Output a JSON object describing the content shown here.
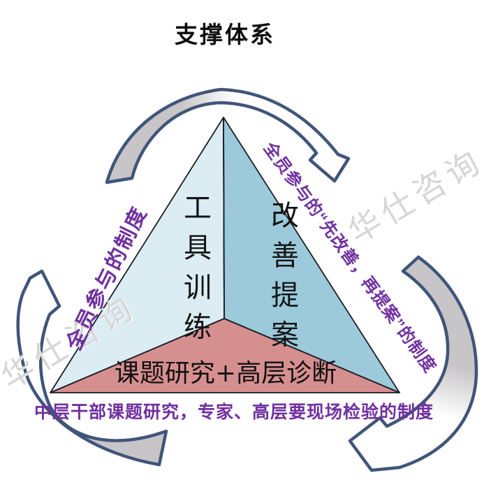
{
  "title": "支撑体系",
  "watermark": {
    "text": "华仕咨询"
  },
  "triangle": {
    "left_section": {
      "label": "工具训练",
      "color": "#dbecf3"
    },
    "right_section": {
      "label": "改善提案",
      "color": "#9ccadb"
    },
    "bottom_section": {
      "label": "课题研究+高层诊断",
      "color": "#d68f8f"
    }
  },
  "annotations": {
    "left": "全员参与的制度",
    "right": "全员参与的“先改善，再提案”的制度",
    "bottom": "中层干部课题研究，专家、高层要现场检验的制度"
  },
  "colors": {
    "annotation_purple": "#7030a0",
    "arrow_outline": "#405579",
    "arrow_tail_gray": "#c7c5c7",
    "triangle_line": "#1c1c24",
    "text_black": "#111111"
  }
}
